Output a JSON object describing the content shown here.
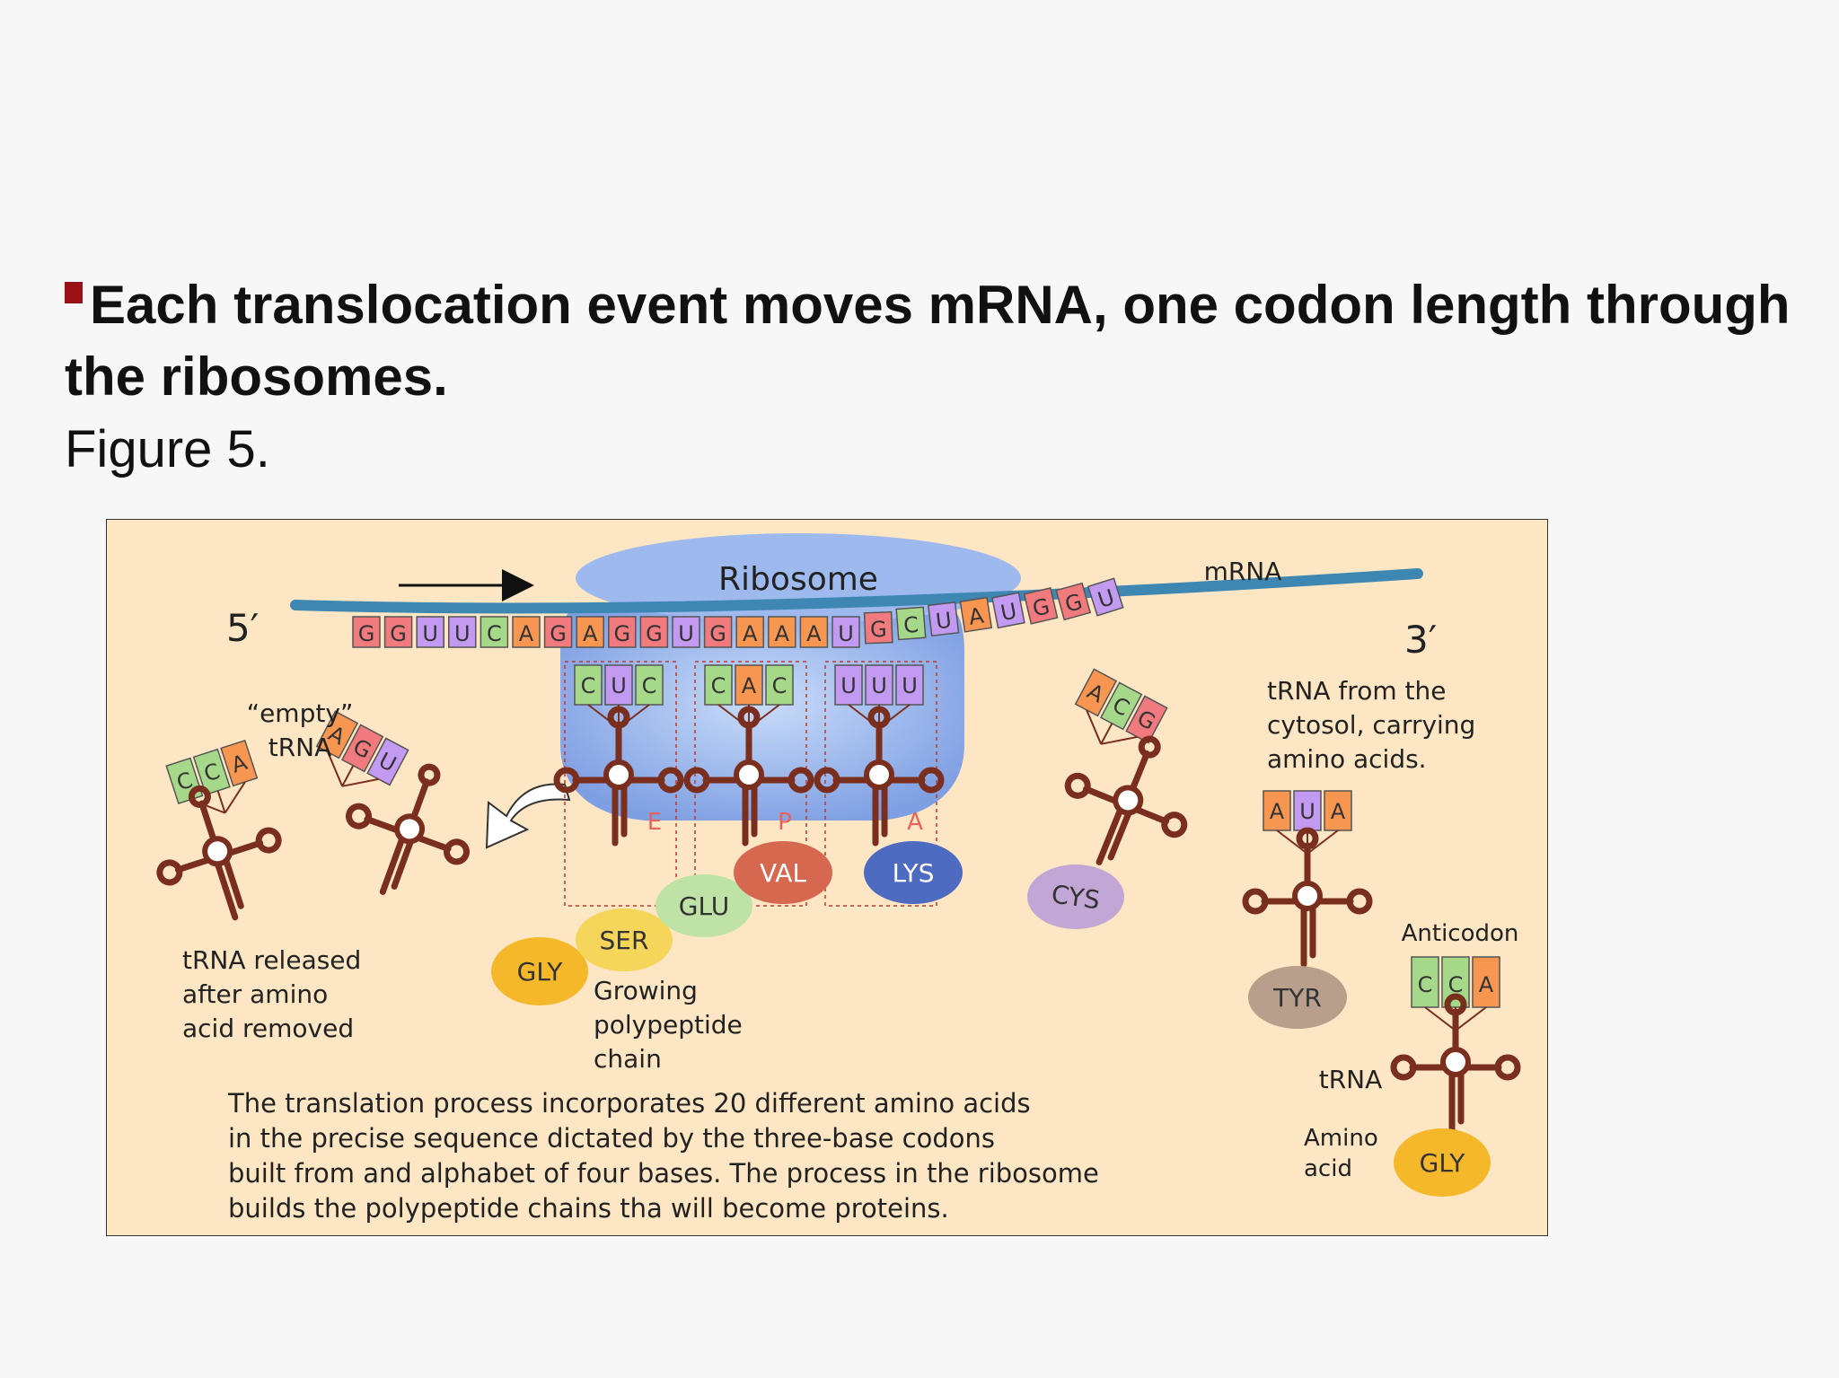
{
  "heading": {
    "bullet_text": "Each translocation event moves mRNA, one codon length through the ribosomes.",
    "caption": "Figure 5."
  },
  "figure": {
    "ribosome_label": "Ribosome",
    "mrna_label": "mRNA",
    "five_prime": "5′",
    "three_prime": "3′",
    "mrna_bases": [
      "G",
      "G",
      "U",
      "U",
      "C",
      "A",
      "G",
      "A",
      "G",
      "G",
      "U",
      "G",
      "A",
      "A",
      "A",
      "U",
      "G",
      "C",
      "U",
      "A",
      "U",
      "G",
      "G",
      "U"
    ],
    "empty_trna_label": [
      "“empty”",
      "tRNA"
    ],
    "released_label": [
      "tRNA released",
      "after amino",
      "acid removed"
    ],
    "growing_label": [
      "Growing",
      "polypeptide",
      "chain"
    ],
    "cytosol_label": [
      "tRNA from the",
      "cytosol, carrying",
      "amino acids."
    ],
    "anticodon_label": "Anticodon",
    "trna_label": "tRNA",
    "amino_acid_label": [
      "Amino",
      "acid"
    ],
    "site_labels": [
      "E",
      "P",
      "A"
    ],
    "trnas": [
      {
        "anticodon": [
          "C",
          "C",
          "A"
        ]
      },
      {
        "anticodon": [
          "A",
          "G",
          "U"
        ]
      },
      {
        "anticodon": [
          "C",
          "U",
          "C"
        ]
      },
      {
        "anticodon": [
          "C",
          "A",
          "C"
        ]
      },
      {
        "anticodon": [
          "U",
          "U",
          "U"
        ]
      },
      {
        "anticodon": [
          "A",
          "C",
          "G"
        ]
      },
      {
        "anticodon": [
          "A",
          "U",
          "A"
        ]
      },
      {
        "anticodon": [
          "C",
          "C",
          "A"
        ]
      }
    ],
    "amino_acids": [
      "GLY",
      "SER",
      "GLU",
      "VAL",
      "LYS",
      "CYS",
      "TYR",
      "GLY"
    ],
    "paragraph": [
      "The translation process incorporates 20 different amino acids",
      "in the precise sequence dictated by the three-base codons",
      "built from and alphabet of four bases. The process in the ribosome",
      "builds the polypeptide chains tha will become proteins."
    ],
    "base_colors": {
      "G": "#f07a7d",
      "U": "#c39af2",
      "C": "#a6d88a",
      "A": "#f79650"
    },
    "amino_colors": {
      "GLY": "#f6b82b",
      "SER": "#f5d65a",
      "GLU": "#bfe3a6",
      "VAL": "#d6684f",
      "LYS": "#4d6bc0",
      "CYS": "#c2a6d6",
      "TYR": "#b79f8c"
    },
    "ribosome_color": "#8fb0ea",
    "mrna_color": "#3e87b3",
    "trna_color": "#7a2e1e",
    "bullet_color": "#9b1118"
  }
}
